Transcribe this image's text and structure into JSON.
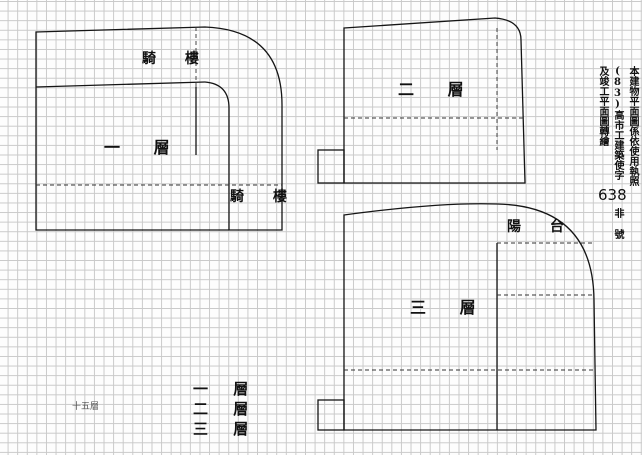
{
  "plan": {
    "floor1": {
      "label": "一 層"
    },
    "floor2": {
      "label": "二 層"
    },
    "floor3": {
      "label": "三 層"
    },
    "arcade_top": "騎 樓",
    "arcade_side": "騎 樓",
    "balcony": "陽 台"
  },
  "side_text": {
    "col1": "本建物平面圖係依使用執照",
    "col2": "(83)高市工建築使字",
    "col3": "及竣工平面圖轉繪",
    "number": "638",
    "suffix": "非 號"
  },
  "legend": {
    "title": "十五層",
    "rows": [
      "一 層",
      "二 層",
      "三 層"
    ]
  }
}
